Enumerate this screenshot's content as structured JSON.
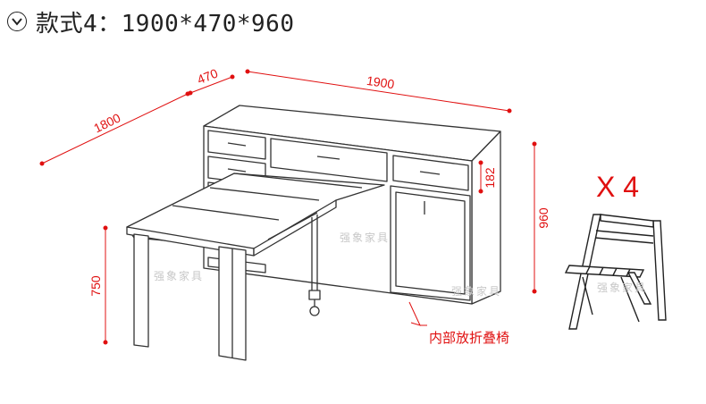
{
  "title": "款式4：1900*470*960",
  "dimensions": {
    "depth": "470",
    "width": "1900",
    "extended_length": "1800",
    "drawer_height": "182",
    "height": "960",
    "table_height": "750"
  },
  "chair_count": "X 4",
  "annotation": "内部放折叠椅",
  "watermark": "强象家具",
  "colors": {
    "dimension_red": "#e01010",
    "line": "#333333"
  },
  "icons": {
    "title_bullet": "chevron-down-circle-icon"
  }
}
